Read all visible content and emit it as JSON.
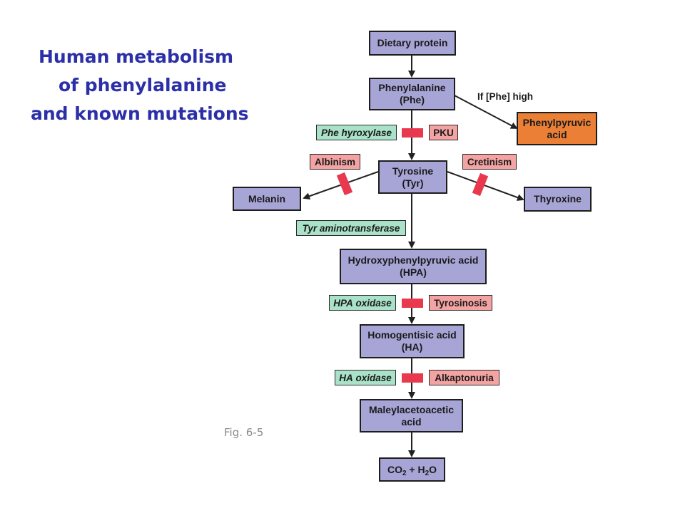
{
  "title": {
    "line1": "Human metabolism",
    "line2": "of phenylalanine",
    "line3": "and known mutations"
  },
  "figure_label": "Fig. 6-5",
  "nodes": {
    "dietary_protein": "Dietary protein",
    "phenylalanine_1": "Phenylalanine",
    "phenylalanine_2": "(Phe)",
    "phenylpyruvic_1": "Phenylpyruvic",
    "phenylpyruvic_2": "acid",
    "tyrosine_1": "Tyrosine",
    "tyrosine_2": "(Tyr)",
    "melanin": "Melanin",
    "thyroxine": "Thyroxine",
    "hpa_1": "Hydroxyphenylpyruvic acid",
    "hpa_2": "(HPA)",
    "ha_1": "Homogentisic acid",
    "ha_2": "(HA)",
    "maleyl_1": "Maleylacetoacetic",
    "maleyl_2": "acid",
    "co2": "CO",
    "co2_sub": "2",
    "plus_h": " + H",
    "h2o_sub": "2",
    "h2o_o": "O"
  },
  "edge_labels": {
    "phe_high": "If [Phe] high"
  },
  "enzymes": {
    "phe_hydroxylase_italic": "Phe",
    "phe_hydroxylase_rest": " hyroxylase",
    "tyr_aminotransferase_italic": "Tyr",
    "tyr_aminotransferase_rest": " aminotransferase",
    "hpa_oxidase_italic": "HPA",
    "hpa_oxidase_rest": " oxidase",
    "ha_oxidase_italic": "HA",
    "ha_oxidase_rest": " oxidase"
  },
  "disorders": {
    "pku": "PKU",
    "albinism": "Albinism",
    "cretinism": "Cretinism",
    "tyrosinosis": "Tyrosinosis",
    "alkaptonuria": "Alkaptonuria"
  },
  "colors": {
    "title": "#2b2fa8",
    "metabolite_box": "#a7a4d6",
    "phenylpyruvic_box": "#ea7f35",
    "enzyme_tag": "#a9e2c8",
    "disorder_tag": "#f4a3a3",
    "block_bar": "#e8394f"
  }
}
